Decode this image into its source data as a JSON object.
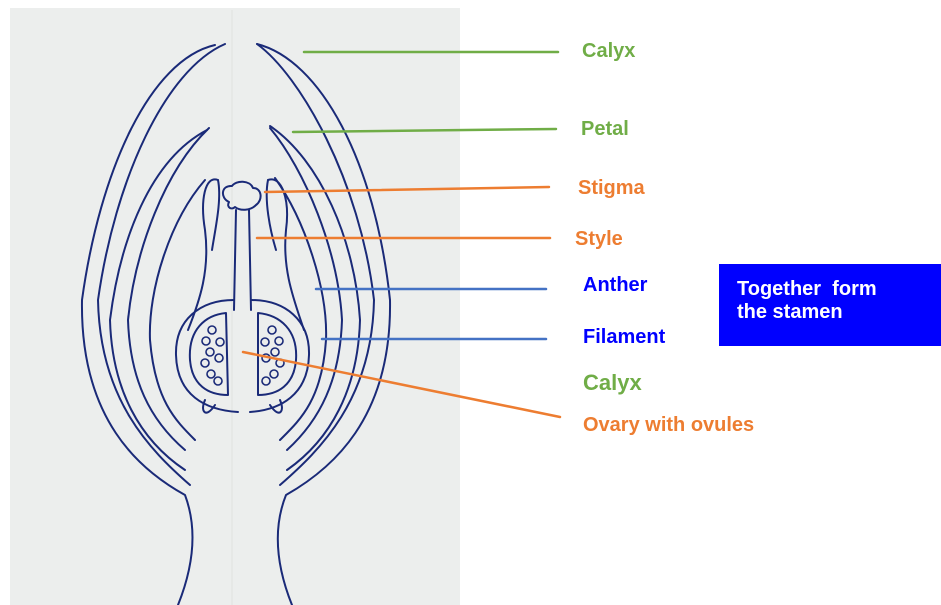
{
  "labels": {
    "calyx_top": "Calyx",
    "petal": "Petal",
    "stigma": "Stigma",
    "style": "Style",
    "anther": "Anther",
    "filament": "Filament",
    "calyx_bottom": "Calyx",
    "ovary": "Ovary with ovules"
  },
  "stamen_box": {
    "line1": "Together  form",
    "line2": "the stamen"
  },
  "colors": {
    "green": "#70ad47",
    "orange": "#ed7d31",
    "blue_line": "#4472c4",
    "blue_text": "#0000ff",
    "ink": "#1a2a78"
  }
}
